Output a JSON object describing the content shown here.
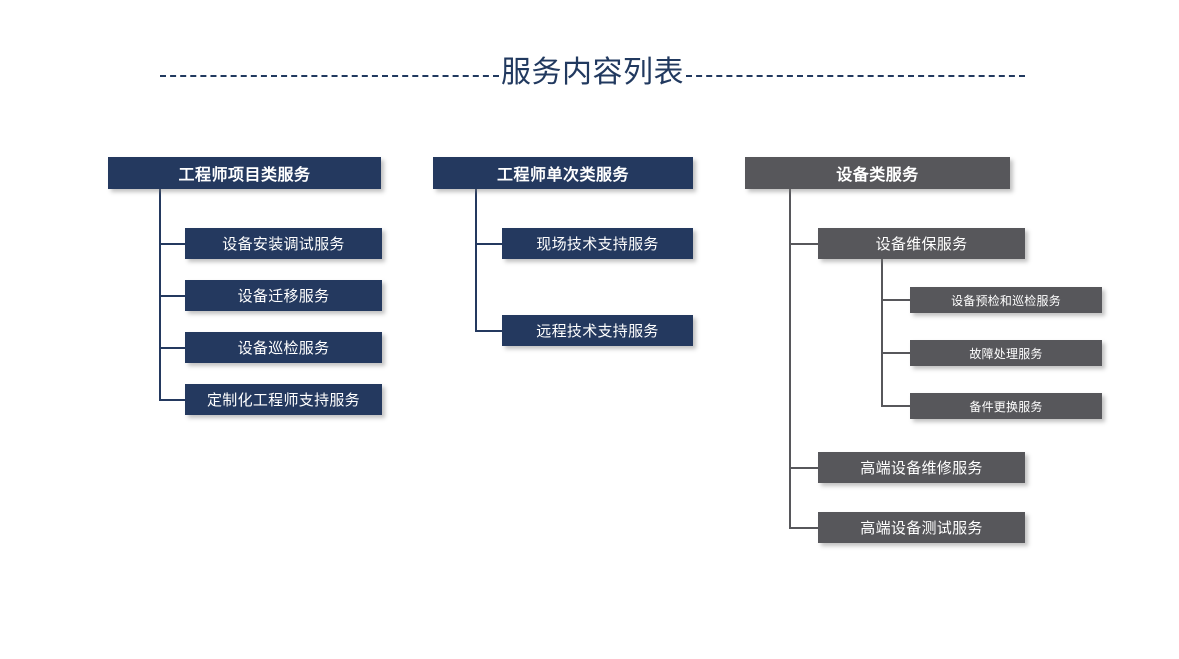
{
  "page": {
    "title": "服务内容列表",
    "background_color": "#ffffff",
    "navy_color": "#24395f",
    "gray_color": "#57575b",
    "title_color": "#21395f"
  },
  "columns": [
    {
      "id": "engineer-project-services",
      "header": "工程师项目类服务",
      "color": "#24395f",
      "items": [
        {
          "label": "设备安装调试服务"
        },
        {
          "label": "设备迁移服务"
        },
        {
          "label": "设备巡检服务"
        },
        {
          "label": "定制化工程师支持服务"
        }
      ]
    },
    {
      "id": "engineer-single-visit-services",
      "header": "工程师单次类服务",
      "color": "#24395f",
      "items": [
        {
          "label": "现场技术支持服务"
        },
        {
          "label": "远程技术支持服务"
        }
      ]
    },
    {
      "id": "equipment-services",
      "header": "设备类服务",
      "color": "#57575b",
      "items": [
        {
          "label": "设备维保服务",
          "children": [
            {
              "label": "设备预检和巡检服务"
            },
            {
              "label": "故障处理服务"
            },
            {
              "label": "备件更换服务"
            }
          ]
        },
        {
          "label": "高端设备维修服务"
        },
        {
          "label": "高端设备测试服务"
        }
      ]
    }
  ]
}
